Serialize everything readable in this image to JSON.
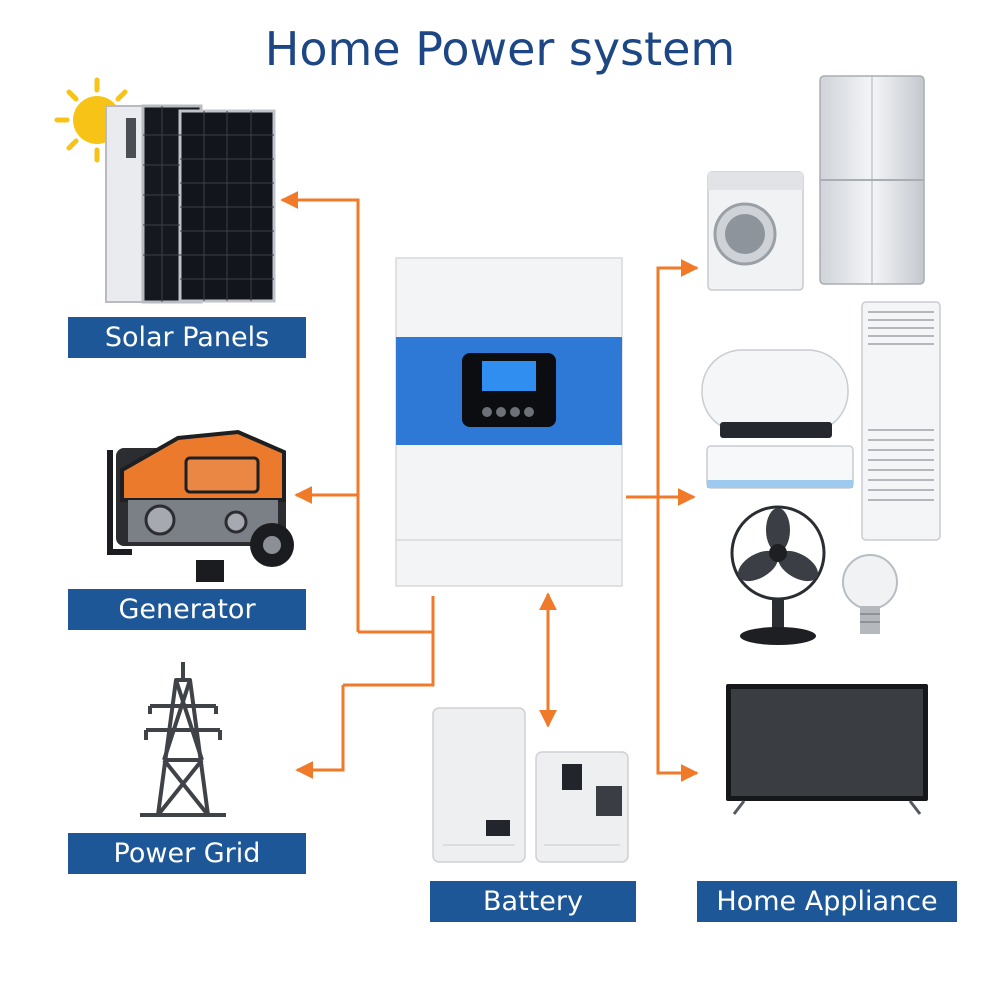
{
  "title": "Home Power system",
  "labels": {
    "solar": "Solar Panels",
    "generator": "Generator",
    "grid": "Power Grid",
    "battery": "Battery",
    "appliance": "Home Appliance"
  },
  "colors": {
    "title": "#1d4685",
    "label_bg": "#1e5797",
    "arrow": "#f07a2a",
    "inverter_band": "#2e79d6"
  },
  "icons": [
    "sun-icon",
    "solar-panel-icon",
    "generator-icon",
    "power-tower-icon",
    "inverter-icon",
    "battery-icon",
    "washing-machine-icon",
    "refrigerator-icon",
    "water-heater-icon",
    "air-conditioner-icon",
    "tower-ac-icon",
    "fan-icon",
    "light-bulb-icon",
    "tv-icon"
  ]
}
